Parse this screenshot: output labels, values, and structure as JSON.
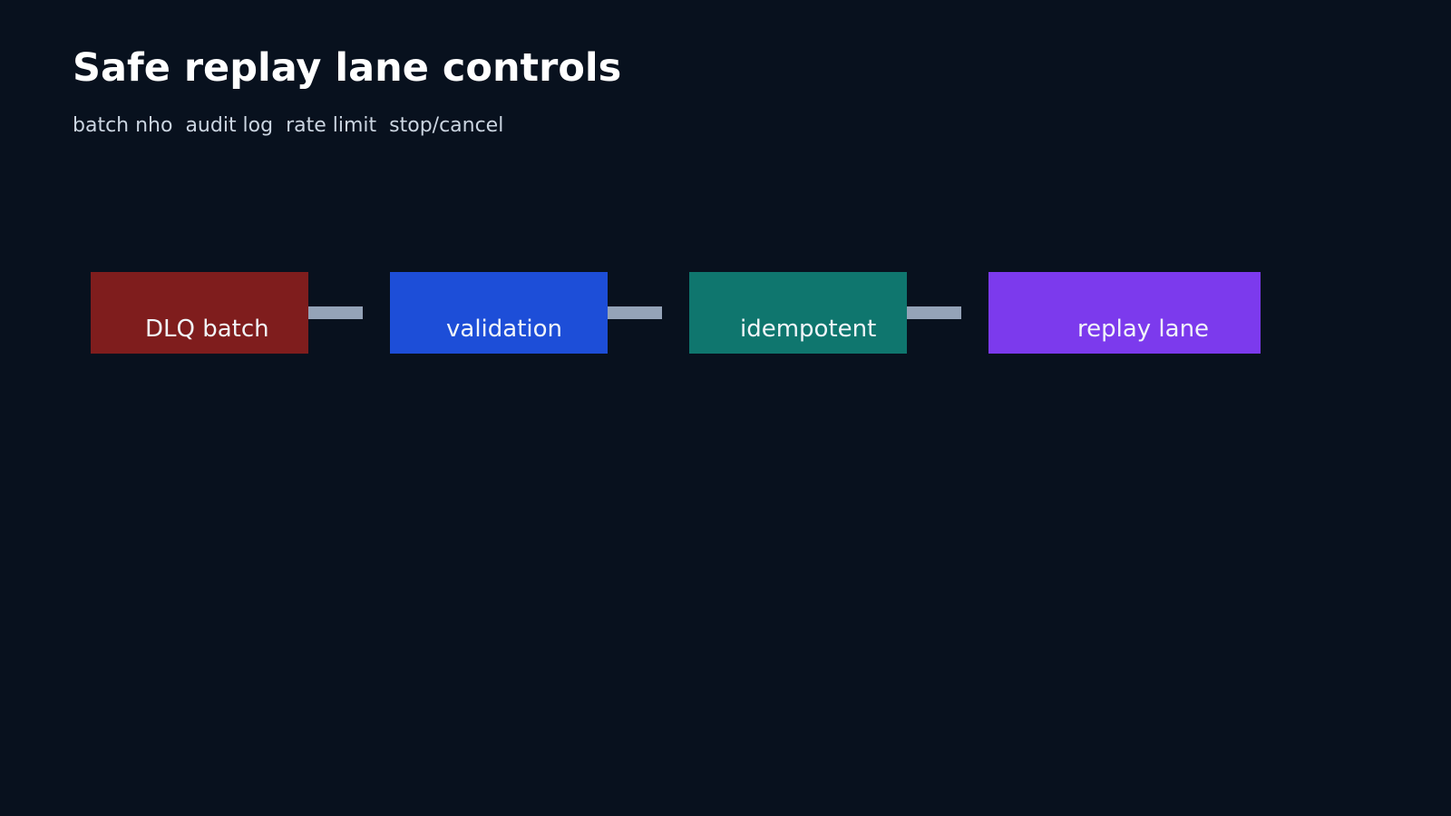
{
  "header": {
    "title": "Safe replay lane controls",
    "subtitle": "batch nho  audit log  rate limit  stop/cancel"
  },
  "flow": {
    "stages": [
      {
        "label": "DLQ batch",
        "color": "#7f1d1d"
      },
      {
        "label": "validation",
        "color": "#1d4ed8"
      },
      {
        "label": "idempotent",
        "color": "#0f766e"
      },
      {
        "label": "replay lane",
        "color": "#7c3aed"
      }
    ],
    "connector_color": "#94a3b8"
  }
}
